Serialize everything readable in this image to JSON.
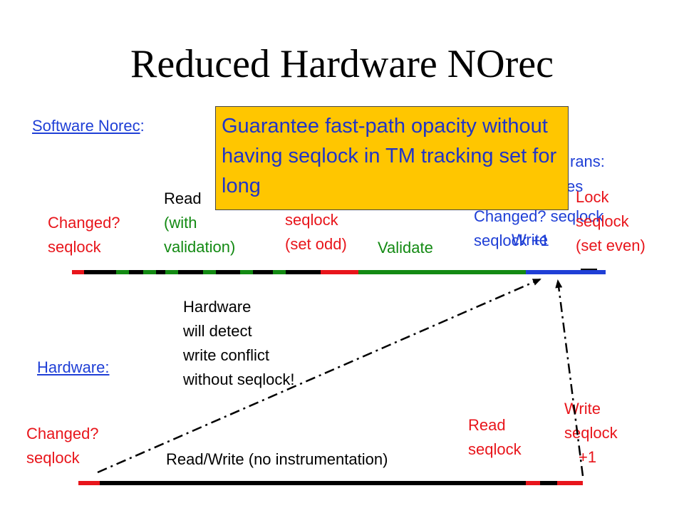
{
  "title": "Reduced Hardware NOrec",
  "software": {
    "heading": "Software Norec",
    "heading_colon": ":",
    "changed": [
      "Changed?",
      "seqlock"
    ],
    "read": [
      "Read",
      "(with",
      "validation)"
    ],
    "lock_odd": [
      "seqlock",
      "(set odd)"
    ],
    "validate": "Validate",
    "trans": "rans:",
    "values": "es",
    "changed_blue": [
      "Changed? seqlock",
      "seqlock +1"
    ],
    "write": "Write",
    "lock_even": [
      "Lock",
      "seqlock",
      "(set even)"
    ]
  },
  "callout": "Guarantee fast-path opacity without having seqlock in TM tracking set for long",
  "hardware": {
    "heading": "Hardware:",
    "note": [
      "Hardware",
      "will detect",
      "write conflict",
      "without seqlock!"
    ],
    "changed": [
      "Changed?",
      "seqlock"
    ],
    "readwrite": "Read/Write (no instrumentation)",
    "read_seqlock": [
      "Read",
      "seqlock"
    ],
    "write_seqlock": [
      "Write",
      "seqlock",
      "+1"
    ]
  },
  "colors": {
    "red": "#e8151b",
    "green": "#138a13",
    "blue": "#1f3fd6",
    "callout_bg": "#ffc600"
  }
}
